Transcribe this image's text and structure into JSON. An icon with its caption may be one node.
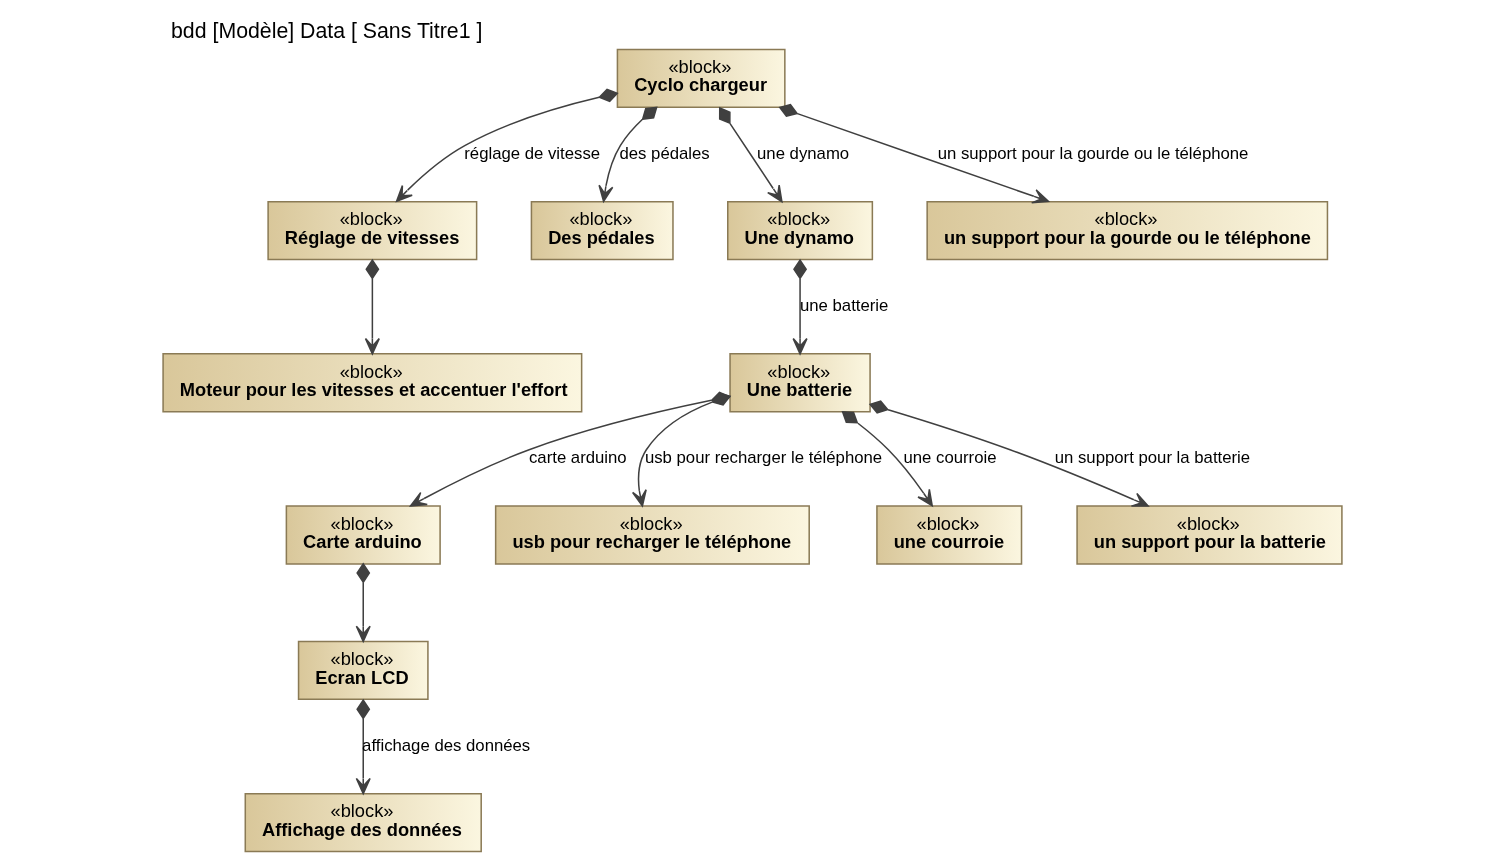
{
  "diagram": {
    "title": "bdd [Modèle] Data [ Sans Titre1 ]",
    "nodes": [
      {
        "text": [
          "«block»",
          "Cyclo chargeur"
        ]
      },
      {
        "text": [
          "«block»",
          "Réglage de vitesses"
        ]
      },
      {
        "text": [
          "«block»",
          "Moteur pour les vitesses et accentuer l'effort"
        ]
      },
      {
        "text": [
          "«block»",
          "Des pédales"
        ]
      },
      {
        "text": [
          "«block»",
          "Une dynamo"
        ]
      },
      {
        "text": [
          "«block»",
          "un support pour la gourde ou le téléphone"
        ]
      },
      {
        "text": [
          "«block»",
          "Une batterie"
        ]
      },
      {
        "text": [
          "«block»",
          "Carte arduino"
        ]
      },
      {
        "text": [
          "«block»",
          "Ecran LCD"
        ]
      },
      {
        "text": [
          "«block»",
          "usb pour recharger le téléphone"
        ]
      },
      {
        "text": [
          "«block»",
          "une courroie"
        ]
      },
      {
        "text": [
          "«block»",
          "un support pour la batterie"
        ]
      },
      {
        "text": [
          "«block»",
          "Affichage des données"
        ]
      }
    ],
    "edges": [
      {
        "from": 0,
        "to": 1,
        "arrow": "to",
        "label": "réglage de vitesse"
      },
      {
        "from": 1,
        "to": 2,
        "arrow": "to"
      },
      {
        "from": 0,
        "to": 3,
        "arrow": "to",
        "label": "des pédales"
      },
      {
        "from": 0,
        "to": 4,
        "arrow": "to",
        "label": "une dynamo"
      },
      {
        "from": 0,
        "to": 5,
        "arrow": "to",
        "label": "un support pour la gourde ou le téléphone"
      },
      {
        "from": 4,
        "to": 6,
        "arrow": "to",
        "label": "une batterie"
      },
      {
        "from": 6,
        "to": 7,
        "arrow": "to",
        "label": "carte arduino"
      },
      {
        "from": 6,
        "to": 9,
        "arrow": "to",
        "label": "usb pour recharger le téléphone"
      },
      {
        "from": 6,
        "to": 10,
        "arrow": "to",
        "label": "une courroie"
      },
      {
        "from": 6,
        "to": 11,
        "arrow": "to",
        "label": "un support pour la batterie"
      },
      {
        "from": 7,
        "to": 8,
        "arrow": "to"
      },
      {
        "from": 8,
        "to": 12,
        "arrow": "to",
        "label": "affichage des données"
      }
    ]
  }
}
